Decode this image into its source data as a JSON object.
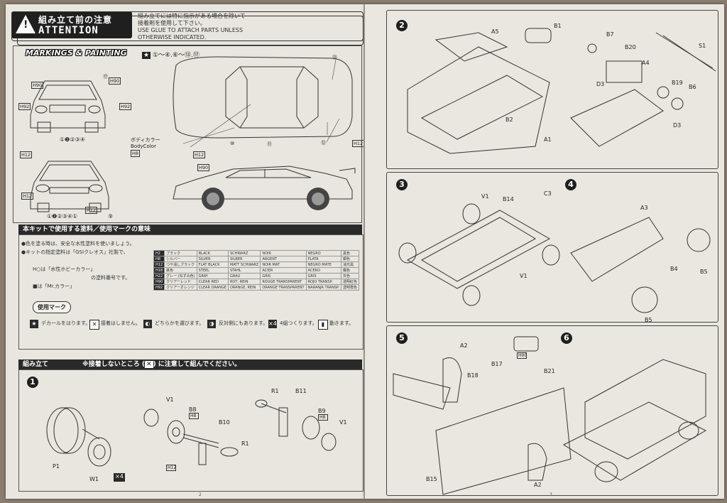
{
  "attention": {
    "jp": "組み立て前の注意",
    "en": "ATTENTION",
    "note_jp1": "組み立てには特に指示がある場合を除いて",
    "note_jp2": "接着剤を使用して下さい。",
    "note_en1": "USE GLUE TO ATTACH PARTS UNLESS",
    "note_en2": "OTHERWISE INDICATED."
  },
  "markings": {
    "title": "MARKINGS & PAINTING",
    "decal_list": "①～④.⑥～⑬.⑰",
    "body_color_jp": "ボディカラー",
    "body_color_en": "BodyColor",
    "body_color_code": "H8",
    "options1": "①❷②③④",
    "options2": "①❷②③④①",
    "front_9": "⑨",
    "side_numbers": [
      "⑬",
      "⑬",
      "⑬",
      "⑩",
      "⑪",
      "⑫",
      "⑰"
    ],
    "codes": [
      "H90",
      "H92",
      "H12",
      "H12",
      "H90",
      "H92",
      "H12",
      "H90",
      "H12",
      "H12"
    ]
  },
  "paints": {
    "title": "本キットで使用する塗料／使用マークの意味",
    "line1": "●色を塗る時は、安全な水性塗料を使いましょう。",
    "line2": "●キットの指定塗料は「GSIクレオス」社製で、",
    "hnote": "H○は「水性ホビーカラー」",
    "mrnote": "■は「Mr.カラー」",
    "suffix": "の塗料番号です。",
    "rows": [
      [
        "H2",
        "ブラック",
        "BLACK",
        "SCHWARZ",
        "NOIR",
        "NEGRO",
        "黑色"
      ],
      [
        "H8",
        "シルバー",
        "SILVER",
        "SILBER",
        "ARGENT",
        "PLATA",
        "銀色"
      ],
      [
        "H12",
        "つや消しブラック",
        "FLAT BLACK",
        "MATT SCHWARZ",
        "NOIR MAT",
        "NEGRO MATE",
        "消光黑"
      ],
      [
        "H18",
        "鉄色",
        "STEEL",
        "STAHL",
        "ACIER",
        "ACERO",
        "鐵色"
      ],
      [
        "H22",
        "グレー (ねずみ色)",
        "GRAY",
        "GRAU",
        "GRIS",
        "GRIS",
        "灰色"
      ],
      [
        "H90",
        "クリアーレッド",
        "CLEAR RED",
        "ROT, REIN",
        "ROUGE TRANSPARENT",
        "ROJO TRANSP.",
        "透明紅色"
      ],
      [
        "H92",
        "クリアーオレンジ",
        "CLEAR ORANGE",
        "ORANGE, REIN",
        "ORANGE TRANSPARENT",
        "NARANJA TRANSP.",
        "透明橙色"
      ]
    ]
  },
  "marks": {
    "title": "使用マーク",
    "items": [
      "デカールをはります。",
      "接着はしません。",
      "どちらかを選びます。",
      "反対側にもあります。",
      "4組つくります。",
      "動きます。"
    ],
    "x4": "×4"
  },
  "assembly": {
    "title": "組み立て",
    "note": "※接着しないところ (",
    "note2": ") に注意して組んでください。",
    "p1": "P1",
    "w1": "W1",
    "x4": "×4",
    "v1": "V1",
    "b8": "B8",
    "h8": "H8",
    "b10": "B10",
    "r1": "R1",
    "h12": "H12",
    "b11": "B11",
    "b9": "B9",
    "r1b": "R1",
    "v1b": "V1"
  },
  "right": {
    "labels": [
      "A5",
      "B1",
      "B7",
      "B20",
      "S1",
      "A4",
      "B19",
      "B6",
      "D3",
      "D3",
      "B2",
      "A1",
      "V1",
      "B14",
      "C3",
      "V1",
      "A3",
      "B4",
      "B5",
      "B5",
      "A2",
      "B17",
      "B18",
      "B21",
      "B15",
      "A2",
      "H90"
    ]
  },
  "pages": {
    "left": "2",
    "right": "3"
  }
}
